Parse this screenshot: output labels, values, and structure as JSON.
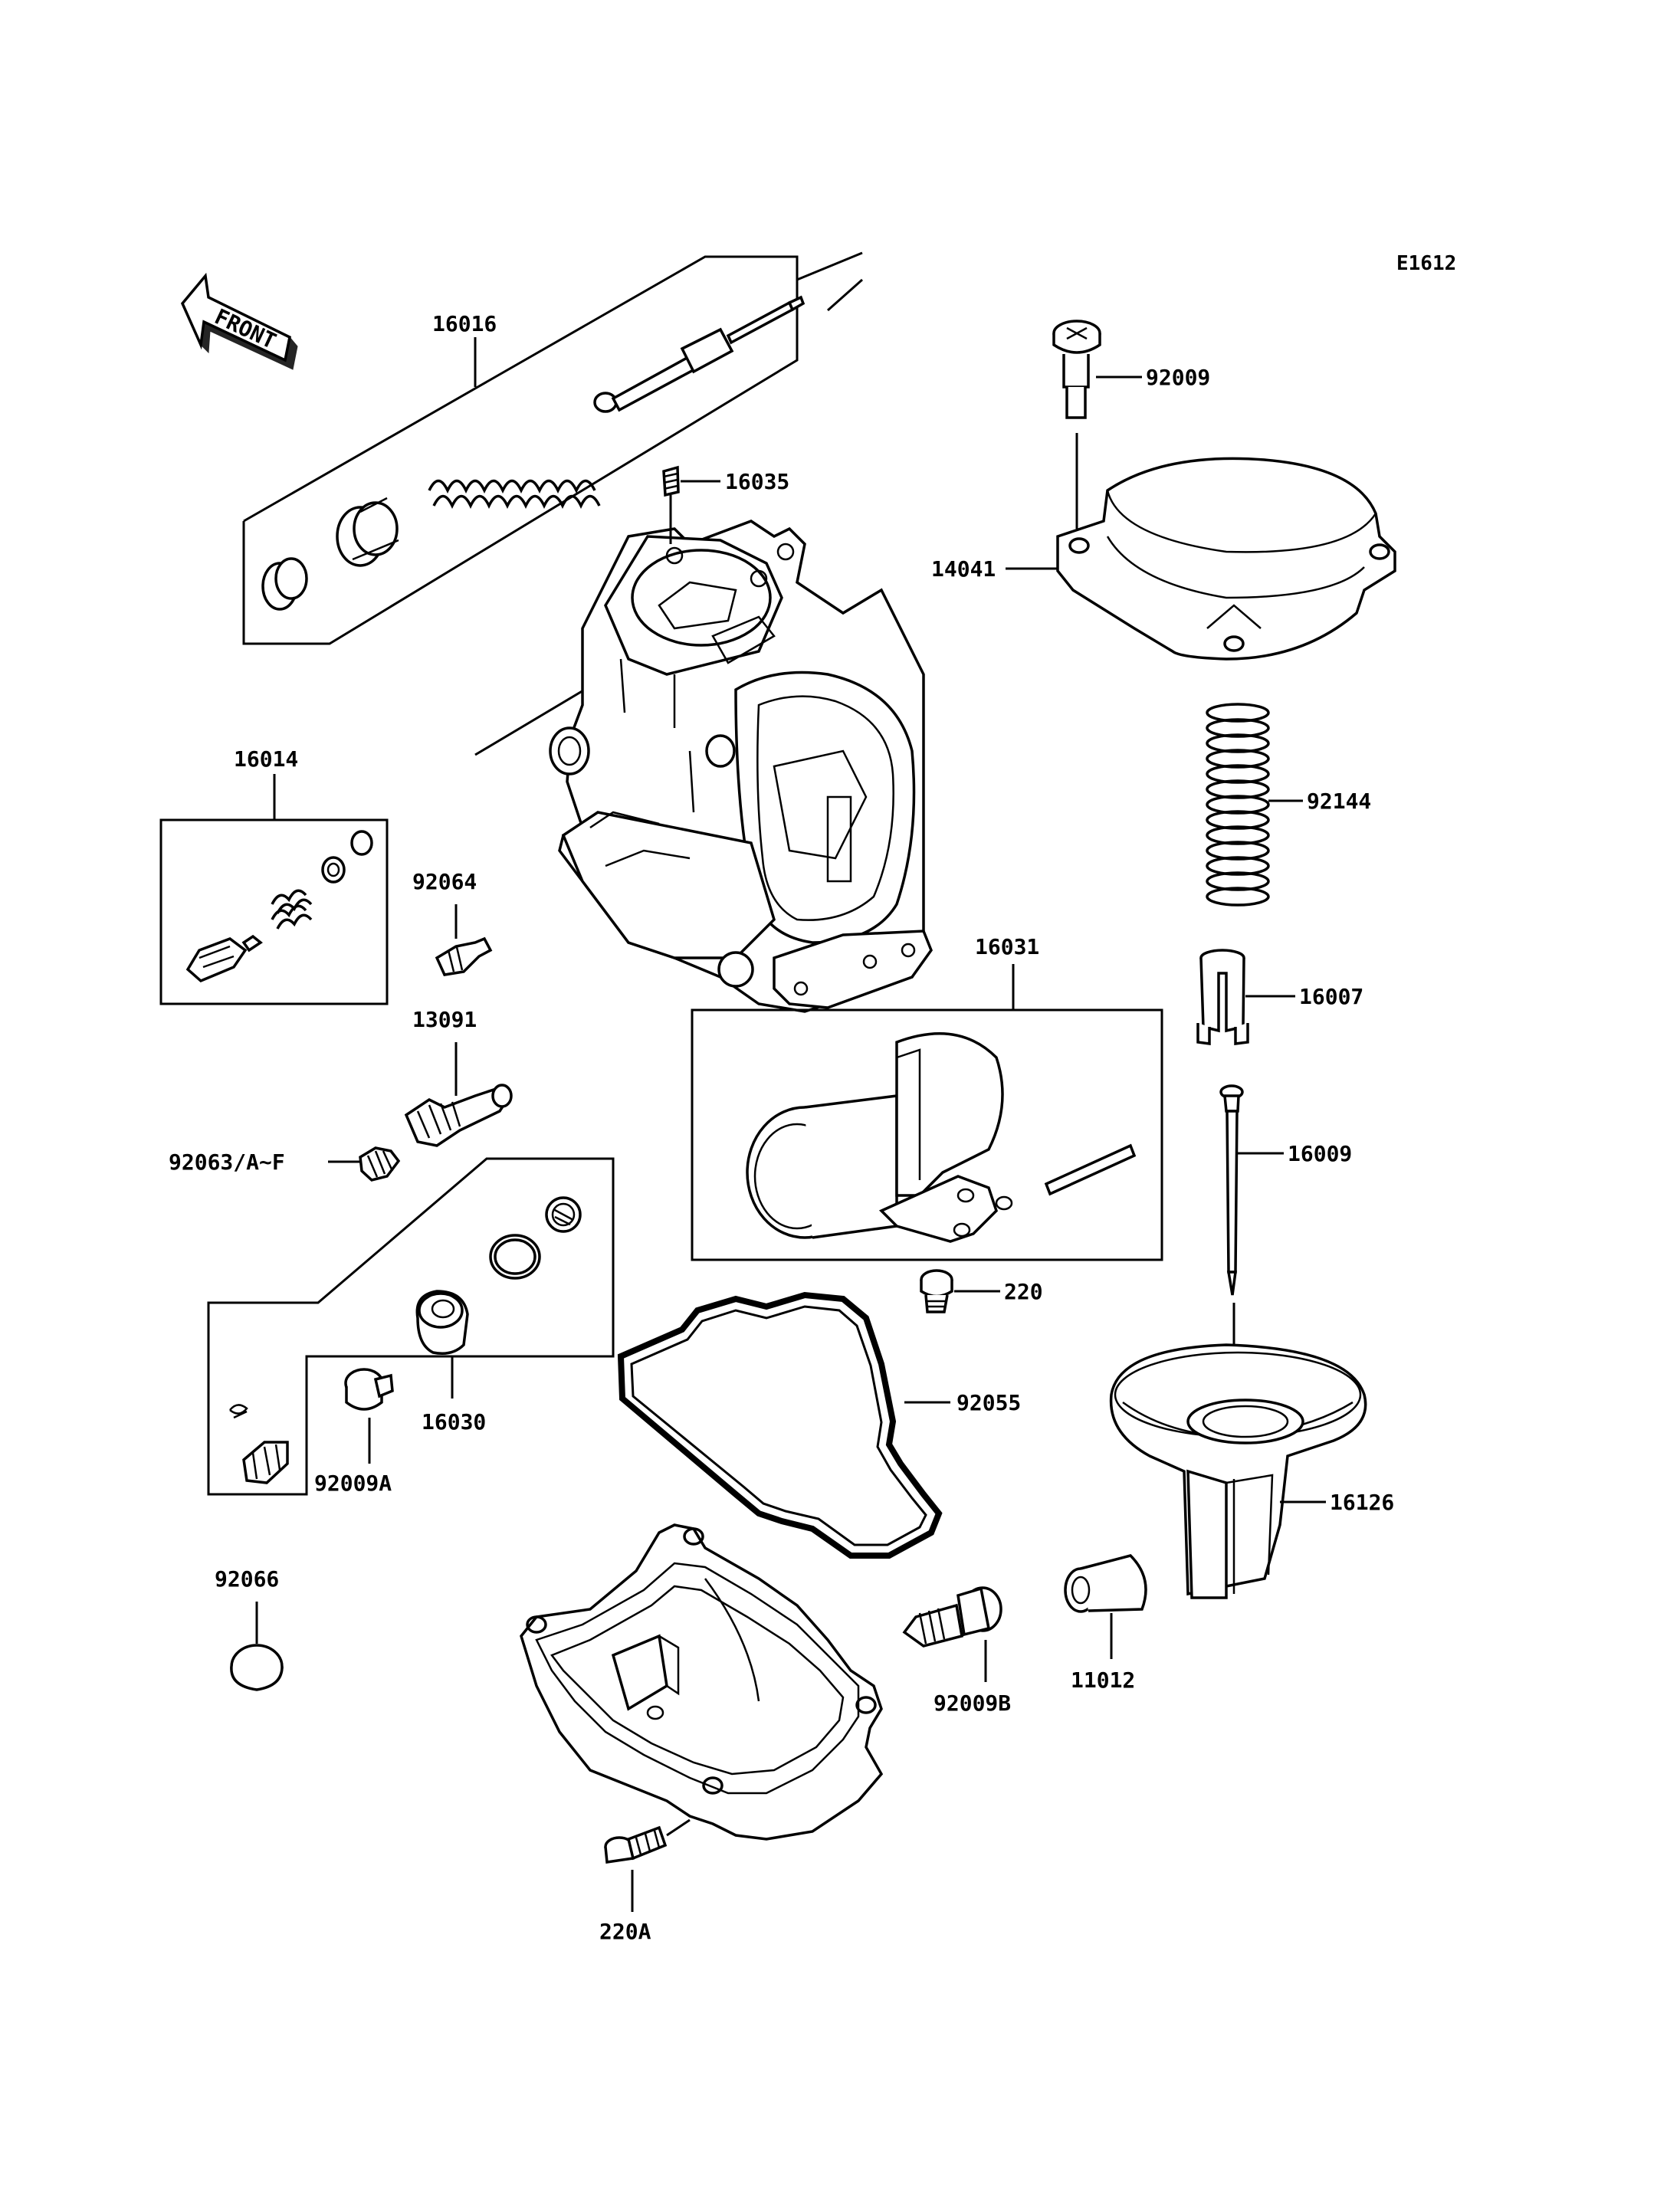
{
  "figure_code": "E1612",
  "front_label": "FRONT",
  "parts": {
    "p16016": "16016",
    "p16035": "16035",
    "p92009": "92009",
    "p14041": "14041",
    "p16014": "16014",
    "p92064": "92064",
    "p92144": "92144",
    "p16031": "16031",
    "p16007": "16007",
    "p13091": "13091",
    "p92063": "92063/A~F",
    "p16009": "16009",
    "p220": "220",
    "p92055": "92055",
    "p16030": "16030",
    "p92009A": "92009A",
    "p16126": "16126",
    "p92066": "92066",
    "p92009B": "92009B",
    "p11012": "11012",
    "p220A": "220A"
  }
}
